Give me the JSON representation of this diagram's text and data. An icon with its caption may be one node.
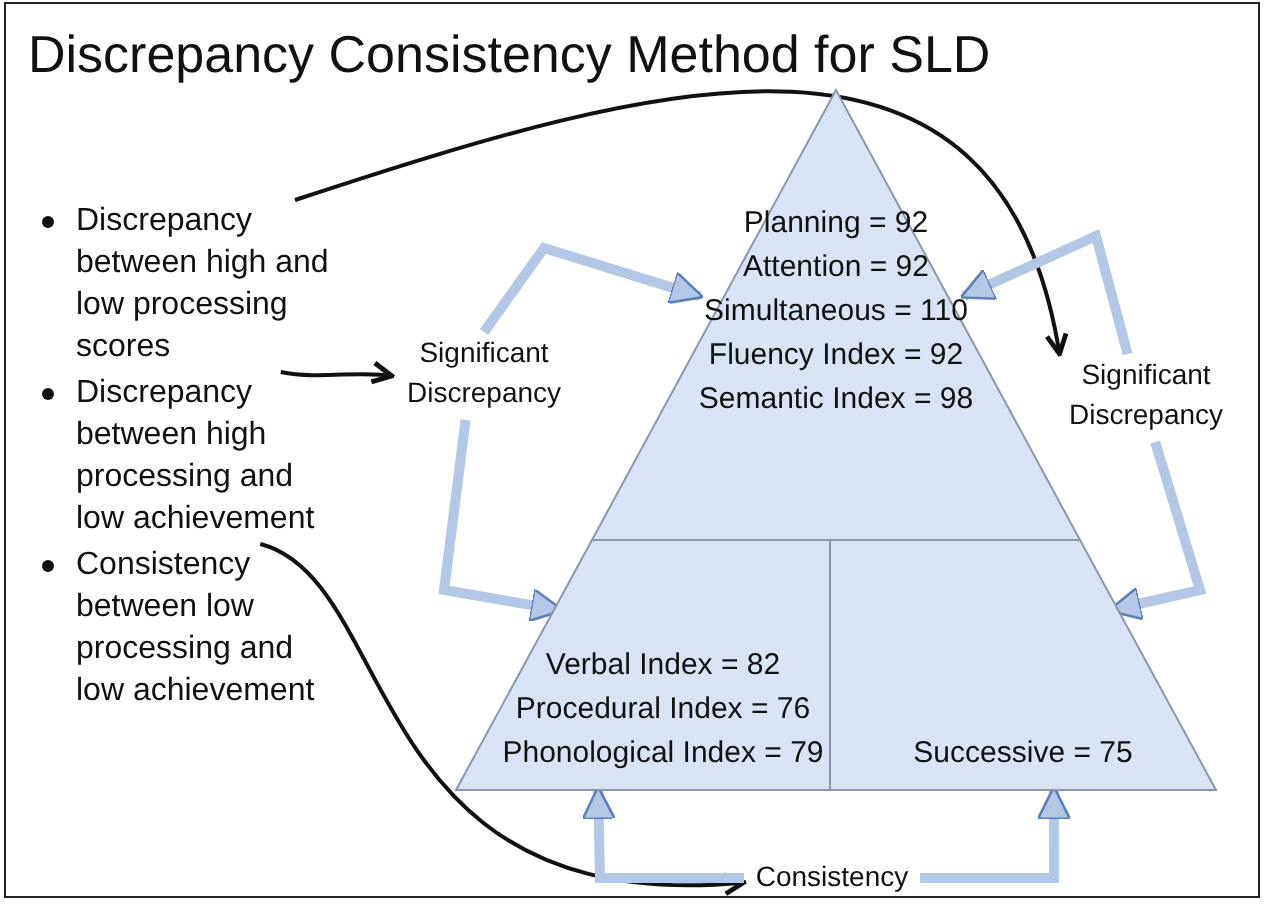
{
  "diagram": {
    "title": "Discrepancy Consistency Method for SLD",
    "nodes": [
      {
        "text": [
          "Planning = 92",
          "Attention = 92",
          "Simultaneous = 110",
          "Fluency Index = 92",
          "Semantic Index = 98"
        ]
      },
      {
        "text": [
          "Verbal Index = 82",
          "Procedural Index = 76",
          "Phonological Index = 79"
        ]
      },
      {
        "text": [
          "Successive = 75"
        ]
      },
      {
        "text": [
          "Discrepancy between high and low processing scores"
        ]
      },
      {
        "text": [
          "Discrepancy between high processing and low achievement"
        ]
      },
      {
        "text": [
          "Consistency between low processing and low achievement"
        ]
      },
      {
        "text": [
          "Significant Discrepancy"
        ]
      },
      {
        "text": [
          "Significant Discrepancy"
        ]
      },
      {
        "text": [
          "Consistency"
        ]
      }
    ],
    "edges": [
      {
        "from": 3,
        "to": 7,
        "arrow": "to",
        "color": "#111111"
      },
      {
        "from": 4,
        "to": 6,
        "arrow": "to",
        "color": "#111111"
      },
      {
        "from": 5,
        "to": 8,
        "arrow": "to",
        "color": "#111111"
      },
      {
        "from": 6,
        "to": 0,
        "arrow": "to"
      },
      {
        "from": 6,
        "to": 1,
        "arrow": "to"
      },
      {
        "from": 7,
        "to": 0,
        "arrow": "to"
      },
      {
        "from": 7,
        "to": 2,
        "arrow": "to"
      },
      {
        "from": 8,
        "to": 1,
        "arrow": "to"
      },
      {
        "from": 8,
        "to": 2,
        "arrow": "to"
      }
    ]
  }
}
